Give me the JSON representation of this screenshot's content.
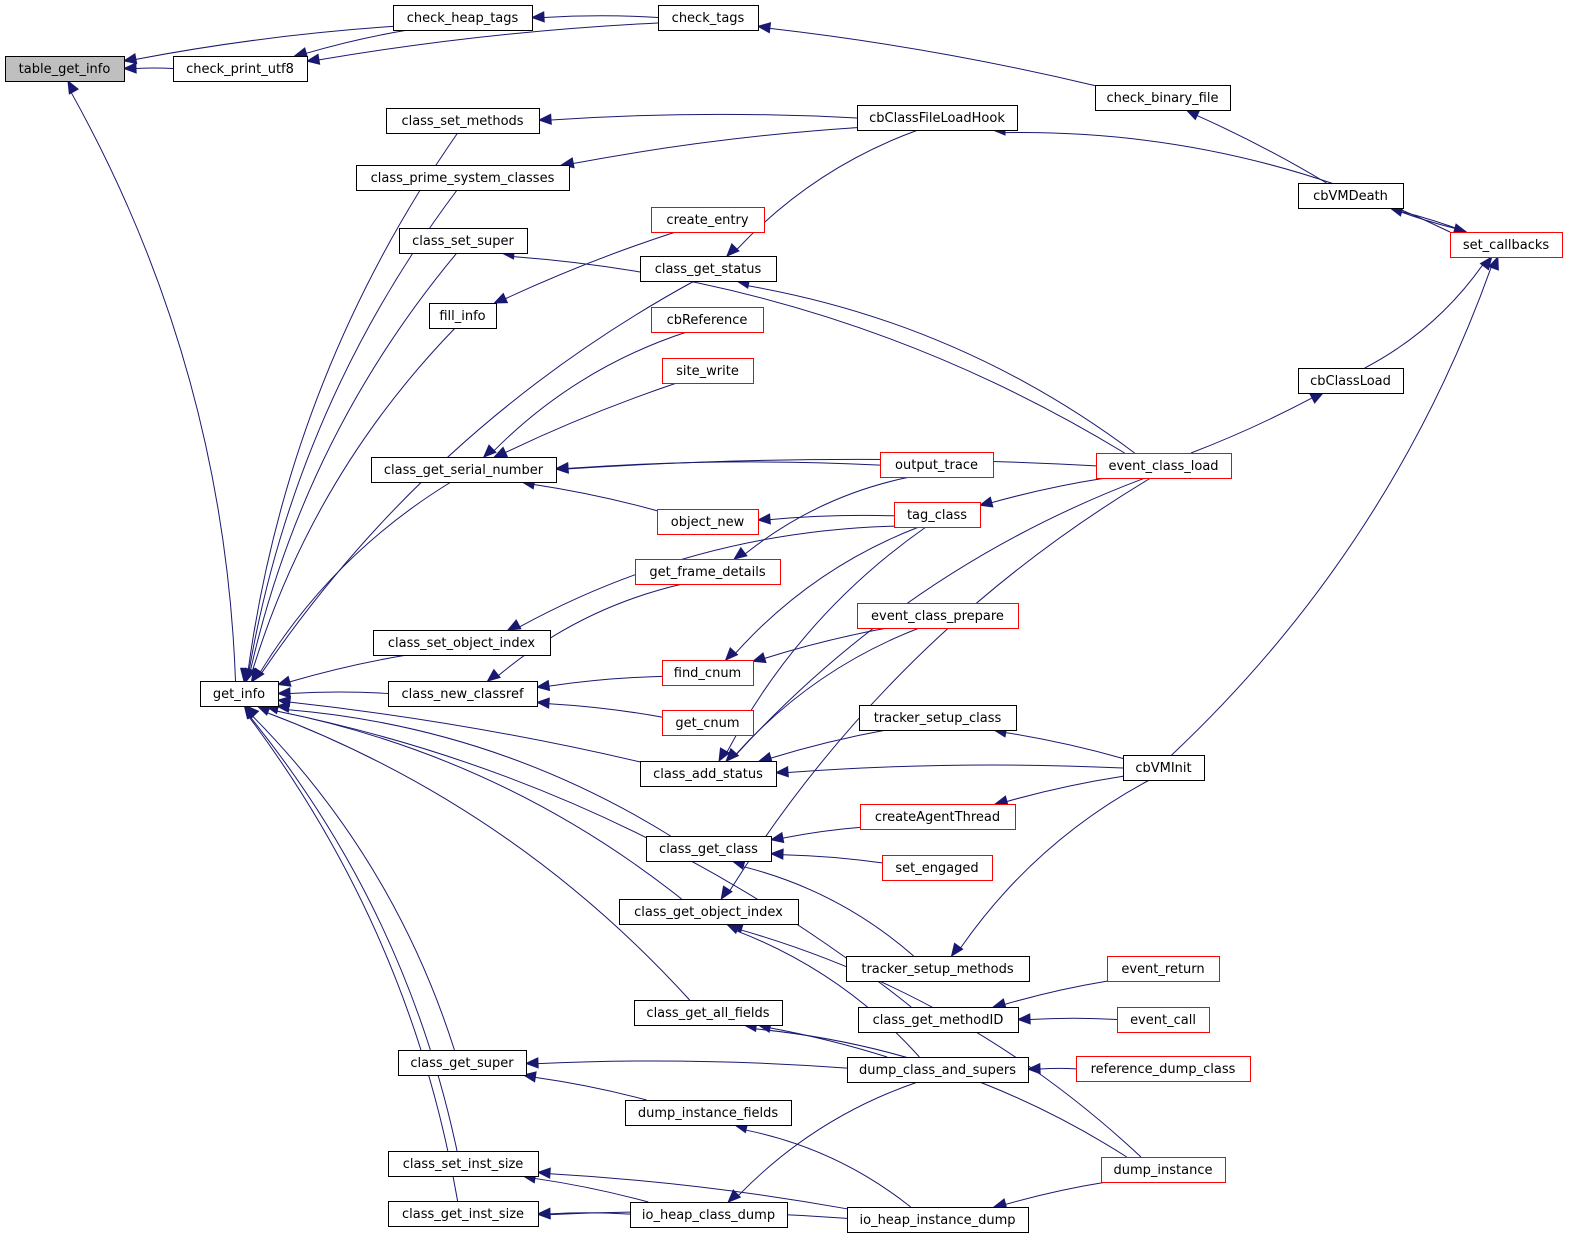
{
  "graph": {
    "type": "caller-graph",
    "root": "table_get_info",
    "colors": {
      "edge": "#191970",
      "normal_border": "#000000",
      "truncated_border": "#ff0000",
      "root_fill": "#bfbfbf"
    },
    "nodes": [
      {
        "id": "table_get_info",
        "label": "table_get_info",
        "kind": "root"
      },
      {
        "id": "check_print_utf8",
        "label": "check_print_utf8",
        "kind": "normal"
      },
      {
        "id": "check_heap_tags",
        "label": "check_heap_tags",
        "kind": "normal"
      },
      {
        "id": "check_tags",
        "label": "check_tags",
        "kind": "normal"
      },
      {
        "id": "check_binary_file",
        "label": "check_binary_file",
        "kind": "normal"
      },
      {
        "id": "cbClassFileLoadHook",
        "label": "cbClassFileLoadHook",
        "kind": "normal"
      },
      {
        "id": "cbVMDeath",
        "label": "cbVMDeath",
        "kind": "normal"
      },
      {
        "id": "set_callbacks",
        "label": "set_callbacks",
        "kind": "truncated"
      },
      {
        "id": "class_set_methods",
        "label": "class_set_methods",
        "kind": "normal"
      },
      {
        "id": "class_prime_system_classes",
        "label": "class_prime_system_classes",
        "kind": "normal"
      },
      {
        "id": "class_set_super",
        "label": "class_set_super",
        "kind": "normal"
      },
      {
        "id": "create_entry",
        "label": "create_entry",
        "kind": "truncated"
      },
      {
        "id": "class_get_status",
        "label": "class_get_status",
        "kind": "normal"
      },
      {
        "id": "fill_info",
        "label": "fill_info",
        "kind": "normal"
      },
      {
        "id": "cbReference",
        "label": "cbReference",
        "kind": "truncated"
      },
      {
        "id": "site_write",
        "label": "site_write",
        "kind": "truncated"
      },
      {
        "id": "cbClassLoad",
        "label": "cbClassLoad",
        "kind": "normal"
      },
      {
        "id": "class_get_serial_number",
        "label": "class_get_serial_number",
        "kind": "normal"
      },
      {
        "id": "output_trace",
        "label": "output_trace",
        "kind": "truncated"
      },
      {
        "id": "event_class_load",
        "label": "event_class_load",
        "kind": "truncated"
      },
      {
        "id": "object_new",
        "label": "object_new",
        "kind": "truncated"
      },
      {
        "id": "tag_class",
        "label": "tag_class",
        "kind": "truncated"
      },
      {
        "id": "get_frame_details",
        "label": "get_frame_details",
        "kind": "truncated"
      },
      {
        "id": "event_class_prepare",
        "label": "event_class_prepare",
        "kind": "truncated"
      },
      {
        "id": "class_set_object_index",
        "label": "class_set_object_index",
        "kind": "normal"
      },
      {
        "id": "find_cnum",
        "label": "find_cnum",
        "kind": "truncated"
      },
      {
        "id": "get_info",
        "label": "get_info",
        "kind": "normal"
      },
      {
        "id": "class_new_classref",
        "label": "class_new_classref",
        "kind": "normal"
      },
      {
        "id": "get_cnum",
        "label": "get_cnum",
        "kind": "truncated"
      },
      {
        "id": "tracker_setup_class",
        "label": "tracker_setup_class",
        "kind": "normal"
      },
      {
        "id": "class_add_status",
        "label": "class_add_status",
        "kind": "normal"
      },
      {
        "id": "cbVMInit",
        "label": "cbVMInit",
        "kind": "normal"
      },
      {
        "id": "createAgentThread",
        "label": "createAgentThread",
        "kind": "truncated"
      },
      {
        "id": "class_get_class",
        "label": "class_get_class",
        "kind": "normal"
      },
      {
        "id": "set_engaged",
        "label": "set_engaged",
        "kind": "truncated"
      },
      {
        "id": "class_get_object_index",
        "label": "class_get_object_index",
        "kind": "normal"
      },
      {
        "id": "tracker_setup_methods",
        "label": "tracker_setup_methods",
        "kind": "normal"
      },
      {
        "id": "event_return",
        "label": "event_return",
        "kind": "truncated"
      },
      {
        "id": "class_get_all_fields",
        "label": "class_get_all_fields",
        "kind": "normal"
      },
      {
        "id": "class_get_methodID",
        "label": "class_get_methodID",
        "kind": "normal"
      },
      {
        "id": "event_call",
        "label": "event_call",
        "kind": "truncated"
      },
      {
        "id": "class_get_super",
        "label": "class_get_super",
        "kind": "normal"
      },
      {
        "id": "dump_class_and_supers",
        "label": "dump_class_and_supers",
        "kind": "normal"
      },
      {
        "id": "reference_dump_class",
        "label": "reference_dump_class",
        "kind": "truncated"
      },
      {
        "id": "dump_instance_fields",
        "label": "dump_instance_fields",
        "kind": "normal"
      },
      {
        "id": "class_set_inst_size",
        "label": "class_set_inst_size",
        "kind": "normal"
      },
      {
        "id": "dump_instance",
        "label": "dump_instance",
        "kind": "truncated"
      },
      {
        "id": "class_get_inst_size",
        "label": "class_get_inst_size",
        "kind": "normal"
      },
      {
        "id": "io_heap_class_dump",
        "label": "io_heap_class_dump",
        "kind": "normal"
      },
      {
        "id": "io_heap_instance_dump",
        "label": "io_heap_instance_dump",
        "kind": "normal"
      }
    ],
    "edges": [
      [
        "check_print_utf8",
        "table_get_info"
      ],
      [
        "check_heap_tags",
        "table_get_info"
      ],
      [
        "get_info",
        "table_get_info"
      ],
      [
        "check_heap_tags",
        "check_print_utf8"
      ],
      [
        "check_tags",
        "check_print_utf8"
      ],
      [
        "check_tags",
        "check_heap_tags"
      ],
      [
        "check_binary_file",
        "check_tags"
      ],
      [
        "cbVMDeath",
        "check_binary_file"
      ],
      [
        "set_callbacks",
        "cbVMDeath"
      ],
      [
        "cbVMDeath",
        "set_callbacks"
      ],
      [
        "set_callbacks",
        "cbClassFileLoadHook"
      ],
      [
        "cbClassLoad",
        "set_callbacks"
      ],
      [
        "cbVMInit",
        "set_callbacks"
      ],
      [
        "event_class_load",
        "cbClassLoad"
      ],
      [
        "cbClassFileLoadHook",
        "class_set_methods"
      ],
      [
        "cbClassFileLoadHook",
        "class_prime_system_classes"
      ],
      [
        "event_class_load",
        "class_set_super"
      ],
      [
        "create_entry",
        "fill_info"
      ],
      [
        "cbClassFileLoadHook",
        "class_get_status"
      ],
      [
        "event_class_load",
        "class_get_status"
      ],
      [
        "cbReference",
        "class_get_serial_number"
      ],
      [
        "site_write",
        "class_get_serial_number"
      ],
      [
        "event_class_load",
        "class_get_serial_number"
      ],
      [
        "output_trace",
        "class_get_serial_number"
      ],
      [
        "object_new",
        "class_get_serial_number"
      ],
      [
        "tag_class",
        "object_new"
      ],
      [
        "output_trace",
        "get_frame_details"
      ],
      [
        "event_class_load",
        "tag_class"
      ],
      [
        "tag_class",
        "class_set_object_index"
      ],
      [
        "event_class_prepare",
        "find_cnum"
      ],
      [
        "tag_class",
        "find_cnum"
      ],
      [
        "get_frame_details",
        "class_new_classref"
      ],
      [
        "find_cnum",
        "class_new_classref"
      ],
      [
        "get_cnum",
        "class_new_classref"
      ],
      [
        "class_set_methods",
        "get_info"
      ],
      [
        "class_prime_system_classes",
        "get_info"
      ],
      [
        "class_set_super",
        "get_info"
      ],
      [
        "fill_info",
        "get_info"
      ],
      [
        "class_get_status",
        "get_info"
      ],
      [
        "class_get_serial_number",
        "get_info"
      ],
      [
        "class_set_object_index",
        "get_info"
      ],
      [
        "class_new_classref",
        "get_info"
      ],
      [
        "class_add_status",
        "get_info"
      ],
      [
        "class_get_class",
        "get_info"
      ],
      [
        "class_get_object_index",
        "get_info"
      ],
      [
        "class_get_methodID",
        "get_info"
      ],
      [
        "class_get_all_fields",
        "get_info"
      ],
      [
        "class_get_super",
        "get_info"
      ],
      [
        "class_set_inst_size",
        "get_info"
      ],
      [
        "class_get_inst_size",
        "get_info"
      ],
      [
        "tracker_setup_class",
        "class_add_status"
      ],
      [
        "cbVMInit",
        "class_add_status"
      ],
      [
        "event_class_load",
        "class_add_status"
      ],
      [
        "event_class_prepare",
        "class_add_status"
      ],
      [
        "tag_class",
        "class_add_status"
      ],
      [
        "cbVMInit",
        "tracker_setup_class"
      ],
      [
        "cbVMInit",
        "createAgentThread"
      ],
      [
        "createAgentThread",
        "class_get_class"
      ],
      [
        "set_engaged",
        "class_get_class"
      ],
      [
        "event_class_load",
        "class_get_object_index"
      ],
      [
        "tracker_setup_methods",
        "class_get_class"
      ],
      [
        "cbVMInit",
        "tracker_setup_methods"
      ],
      [
        "event_return",
        "class_get_methodID"
      ],
      [
        "event_call",
        "class_get_methodID"
      ],
      [
        "dump_class_and_supers",
        "class_get_all_fields"
      ],
      [
        "dump_class_and_supers",
        "class_get_super"
      ],
      [
        "reference_dump_class",
        "dump_class_and_supers"
      ],
      [
        "dump_instance_fields",
        "class_get_super"
      ],
      [
        "io_heap_instance_dump",
        "dump_instance_fields"
      ],
      [
        "dump_instance",
        "io_heap_instance_dump"
      ],
      [
        "io_heap_instance_dump",
        "class_set_inst_size"
      ],
      [
        "io_heap_class_dump",
        "class_set_inst_size"
      ],
      [
        "io_heap_class_dump",
        "class_get_inst_size"
      ],
      [
        "io_heap_instance_dump",
        "class_get_inst_size"
      ],
      [
        "dump_class_and_supers",
        "io_heap_class_dump"
      ],
      [
        "dump_instance",
        "class_get_all_fields"
      ],
      [
        "dump_class_and_supers",
        "class_get_object_index"
      ],
      [
        "dump_instance",
        "class_get_object_index"
      ]
    ]
  }
}
